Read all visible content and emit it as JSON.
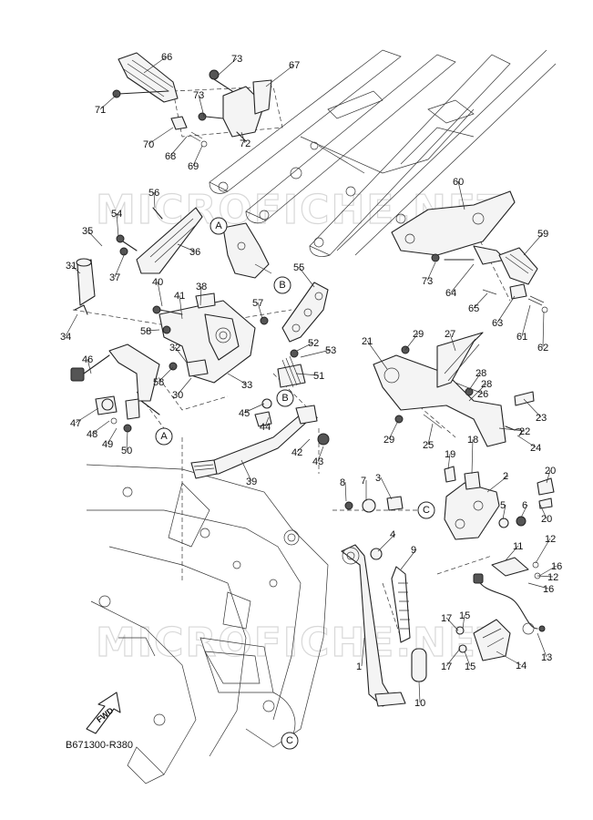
{
  "diagram": {
    "drawing_code": "B671300-R380",
    "watermark": "MICROFICHE.NET",
    "fwd_label": "FWD",
    "reference_markers": [
      "A",
      "B",
      "C"
    ],
    "callouts": [
      {
        "id": "66",
        "label": "66"
      },
      {
        "id": "73a",
        "label": "73"
      },
      {
        "id": "67",
        "label": "67"
      },
      {
        "id": "71",
        "label": "71"
      },
      {
        "id": "73b",
        "label": "73"
      },
      {
        "id": "70",
        "label": "70"
      },
      {
        "id": "68",
        "label": "68"
      },
      {
        "id": "69",
        "label": "69"
      },
      {
        "id": "72",
        "label": "72"
      },
      {
        "id": "56",
        "label": "56"
      },
      {
        "id": "54",
        "label": "54"
      },
      {
        "id": "35",
        "label": "35"
      },
      {
        "id": "36",
        "label": "36"
      },
      {
        "id": "37",
        "label": "37"
      },
      {
        "id": "31",
        "label": "31"
      },
      {
        "id": "55",
        "label": "55"
      },
      {
        "id": "40",
        "label": "40"
      },
      {
        "id": "41",
        "label": "41"
      },
      {
        "id": "38",
        "label": "38"
      },
      {
        "id": "57",
        "label": "57"
      },
      {
        "id": "34",
        "label": "34"
      },
      {
        "id": "58a",
        "label": "58"
      },
      {
        "id": "52",
        "label": "52"
      },
      {
        "id": "53",
        "label": "53"
      },
      {
        "id": "32",
        "label": "32"
      },
      {
        "id": "46",
        "label": "46"
      },
      {
        "id": "58b",
        "label": "58"
      },
      {
        "id": "51",
        "label": "51"
      },
      {
        "id": "30",
        "label": "30"
      },
      {
        "id": "33",
        "label": "33"
      },
      {
        "id": "47",
        "label": "47"
      },
      {
        "id": "45",
        "label": "45"
      },
      {
        "id": "44",
        "label": "44"
      },
      {
        "id": "48",
        "label": "48"
      },
      {
        "id": "49",
        "label": "49"
      },
      {
        "id": "50",
        "label": "50"
      },
      {
        "id": "42",
        "label": "42"
      },
      {
        "id": "43",
        "label": "43"
      },
      {
        "id": "39",
        "label": "39"
      },
      {
        "id": "60",
        "label": "60"
      },
      {
        "id": "59",
        "label": "59"
      },
      {
        "id": "73c",
        "label": "73"
      },
      {
        "id": "64",
        "label": "64"
      },
      {
        "id": "65",
        "label": "65"
      },
      {
        "id": "63",
        "label": "63"
      },
      {
        "id": "61",
        "label": "61"
      },
      {
        "id": "62",
        "label": "62"
      },
      {
        "id": "29a",
        "label": "29"
      },
      {
        "id": "21",
        "label": "21"
      },
      {
        "id": "27",
        "label": "27"
      },
      {
        "id": "28a",
        "label": "28"
      },
      {
        "id": "28b",
        "label": "28"
      },
      {
        "id": "26",
        "label": "26"
      },
      {
        "id": "23",
        "label": "23"
      },
      {
        "id": "22",
        "label": "22"
      },
      {
        "id": "29b",
        "label": "29"
      },
      {
        "id": "25",
        "label": "25"
      },
      {
        "id": "24",
        "label": "24"
      },
      {
        "id": "19",
        "label": "19"
      },
      {
        "id": "18",
        "label": "18"
      },
      {
        "id": "2",
        "label": "2"
      },
      {
        "id": "20a",
        "label": "20"
      },
      {
        "id": "8",
        "label": "8"
      },
      {
        "id": "7",
        "label": "7"
      },
      {
        "id": "3",
        "label": "3"
      },
      {
        "id": "5",
        "label": "5"
      },
      {
        "id": "6",
        "label": "6"
      },
      {
        "id": "20b",
        "label": "20"
      },
      {
        "id": "4",
        "label": "4"
      },
      {
        "id": "9",
        "label": "9"
      },
      {
        "id": "11",
        "label": "11"
      },
      {
        "id": "12a",
        "label": "12"
      },
      {
        "id": "16a",
        "label": "16"
      },
      {
        "id": "12b",
        "label": "12"
      },
      {
        "id": "16b",
        "label": "16"
      },
      {
        "id": "17a",
        "label": "17"
      },
      {
        "id": "15a",
        "label": "15"
      },
      {
        "id": "1",
        "label": "1"
      },
      {
        "id": "17b",
        "label": "17"
      },
      {
        "id": "15b",
        "label": "15"
      },
      {
        "id": "14",
        "label": "14"
      },
      {
        "id": "13",
        "label": "13"
      },
      {
        "id": "10",
        "label": "10"
      }
    ]
  }
}
